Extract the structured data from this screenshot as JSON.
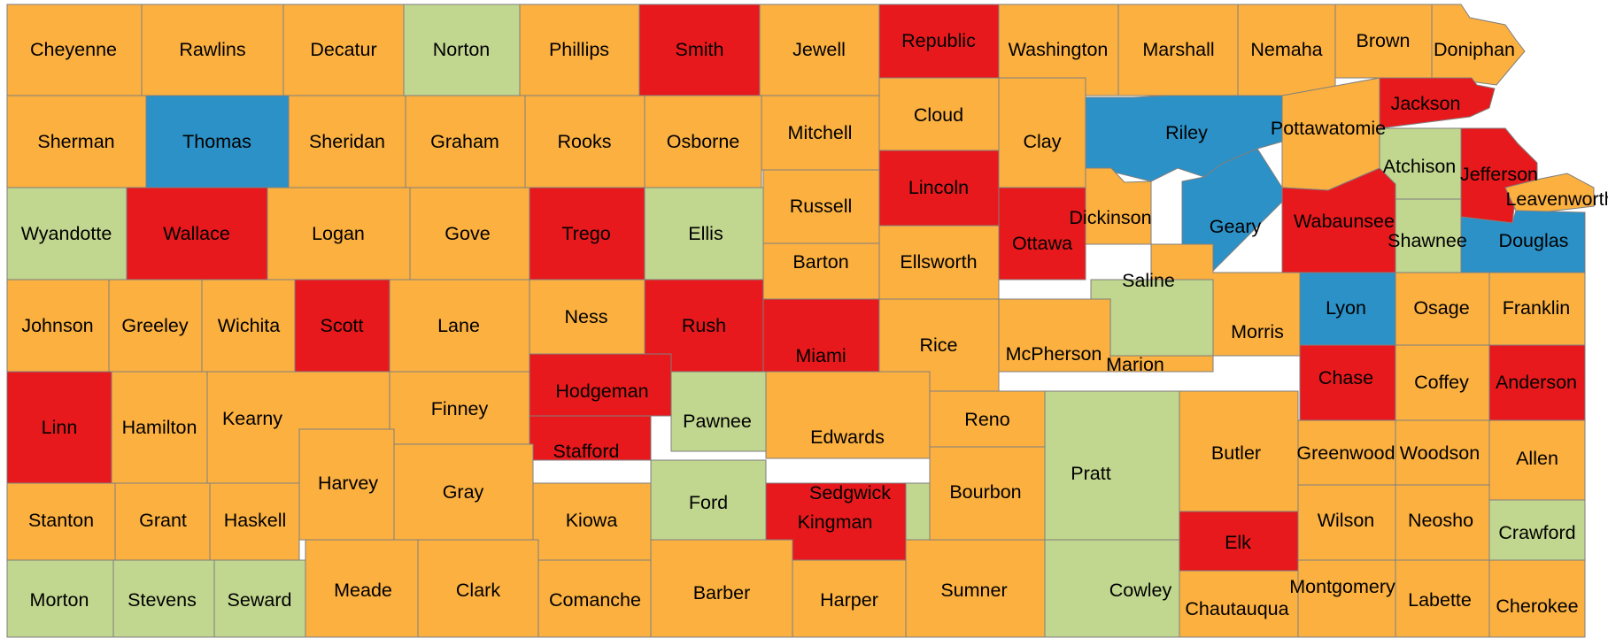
{
  "palette": {
    "orange": "#fbb040",
    "red": "#e8191c",
    "blue": "#2b91c7",
    "green": "#c1d68e"
  },
  "counties": [
    {
      "name": "Cheyenne",
      "color": "orange"
    },
    {
      "name": "Rawlins",
      "color": "orange"
    },
    {
      "name": "Decatur",
      "color": "orange"
    },
    {
      "name": "Norton",
      "color": "green"
    },
    {
      "name": "Phillips",
      "color": "orange"
    },
    {
      "name": "Smith",
      "color": "red"
    },
    {
      "name": "Jewell",
      "color": "orange"
    },
    {
      "name": "Republic",
      "color": "red"
    },
    {
      "name": "Washington",
      "color": "orange"
    },
    {
      "name": "Marshall",
      "color": "orange"
    },
    {
      "name": "Nemaha",
      "color": "orange"
    },
    {
      "name": "Brown",
      "color": "orange"
    },
    {
      "name": "Doniphan",
      "color": "orange"
    },
    {
      "name": "Sherman",
      "color": "orange"
    },
    {
      "name": "Thomas",
      "color": "blue"
    },
    {
      "name": "Sheridan",
      "color": "orange"
    },
    {
      "name": "Graham",
      "color": "orange"
    },
    {
      "name": "Rooks",
      "color": "orange"
    },
    {
      "name": "Osborne",
      "color": "orange"
    },
    {
      "name": "Mitchell",
      "color": "orange"
    },
    {
      "name": "Cloud",
      "color": "orange"
    },
    {
      "name": "Clay",
      "color": "orange"
    },
    {
      "name": "Riley",
      "color": "blue"
    },
    {
      "name": "Pottawatomie",
      "color": "orange"
    },
    {
      "name": "Jackson",
      "color": "red"
    },
    {
      "name": "Atchison",
      "color": "green"
    },
    {
      "name": "Jefferson",
      "color": "red"
    },
    {
      "name": "Leavenworth",
      "color": "orange"
    },
    {
      "name": "Wyandotte",
      "color": "green"
    },
    {
      "name": "Wallace",
      "color": "red"
    },
    {
      "name": "Logan",
      "color": "orange"
    },
    {
      "name": "Gove",
      "color": "orange"
    },
    {
      "name": "Trego",
      "color": "red"
    },
    {
      "name": "Ellis",
      "color": "green"
    },
    {
      "name": "Russell",
      "color": "orange"
    },
    {
      "name": "Lincoln",
      "color": "red"
    },
    {
      "name": "Ottawa",
      "color": "red"
    },
    {
      "name": "Dickinson",
      "color": "orange"
    },
    {
      "name": "Geary",
      "color": "blue"
    },
    {
      "name": "Wabaunsee",
      "color": "red"
    },
    {
      "name": "Shawnee",
      "color": "green"
    },
    {
      "name": "Douglas",
      "color": "blue"
    },
    {
      "name": "Johnson",
      "color": "orange"
    },
    {
      "name": "Greeley",
      "color": "orange"
    },
    {
      "name": "Wichita",
      "color": "orange"
    },
    {
      "name": "Scott",
      "color": "red"
    },
    {
      "name": "Lane",
      "color": "orange"
    },
    {
      "name": "Ness",
      "color": "orange"
    },
    {
      "name": "Rush",
      "color": "red"
    },
    {
      "name": "Barton",
      "color": "orange"
    },
    {
      "name": "Ellsworth",
      "color": "orange"
    },
    {
      "name": "Saline",
      "color": "green"
    },
    {
      "name": "Morris",
      "color": "orange"
    },
    {
      "name": "Lyon",
      "color": "blue"
    },
    {
      "name": "Osage",
      "color": "orange"
    },
    {
      "name": "Franklin",
      "color": "orange"
    },
    {
      "name": "Miami",
      "color": "red"
    },
    {
      "name": "Rice",
      "color": "orange"
    },
    {
      "name": "McPherson",
      "color": "orange"
    },
    {
      "name": "Marion",
      "color": "orange"
    },
    {
      "name": "Chase",
      "color": "red"
    },
    {
      "name": "Coffey",
      "color": "orange"
    },
    {
      "name": "Anderson",
      "color": "red"
    },
    {
      "name": "Linn",
      "color": "red"
    },
    {
      "name": "Hamilton",
      "color": "orange"
    },
    {
      "name": "Kearny",
      "color": "orange"
    },
    {
      "name": "Finney",
      "color": "orange"
    },
    {
      "name": "Hodgeman",
      "color": "red"
    },
    {
      "name": "Pawnee",
      "color": "green"
    },
    {
      "name": "Stafford",
      "color": "red"
    },
    {
      "name": "Edwards",
      "color": "orange"
    },
    {
      "name": "Reno",
      "color": "orange"
    },
    {
      "name": "Harvey",
      "color": "orange"
    },
    {
      "name": "Gray",
      "color": "orange"
    },
    {
      "name": "Ford",
      "color": "green"
    },
    {
      "name": "Pratt",
      "color": "green"
    },
    {
      "name": "Butler",
      "color": "orange"
    },
    {
      "name": "Greenwood",
      "color": "orange"
    },
    {
      "name": "Woodson",
      "color": "orange"
    },
    {
      "name": "Allen",
      "color": "orange"
    },
    {
      "name": "Bourbon",
      "color": "orange"
    },
    {
      "name": "Sedgwick",
      "color": "green"
    },
    {
      "name": "Stanton",
      "color": "orange"
    },
    {
      "name": "Grant",
      "color": "orange"
    },
    {
      "name": "Haskell",
      "color": "orange"
    },
    {
      "name": "Kiowa",
      "color": "orange"
    },
    {
      "name": "Kingman",
      "color": "red"
    },
    {
      "name": "Elk",
      "color": "red"
    },
    {
      "name": "Wilson",
      "color": "orange"
    },
    {
      "name": "Neosho",
      "color": "orange"
    },
    {
      "name": "Crawford",
      "color": "green"
    },
    {
      "name": "Morton",
      "color": "green"
    },
    {
      "name": "Stevens",
      "color": "green"
    },
    {
      "name": "Seward",
      "color": "green"
    },
    {
      "name": "Meade",
      "color": "orange"
    },
    {
      "name": "Clark",
      "color": "orange"
    },
    {
      "name": "Comanche",
      "color": "orange"
    },
    {
      "name": "Barber",
      "color": "orange"
    },
    {
      "name": "Harper",
      "color": "orange"
    },
    {
      "name": "Sumner",
      "color": "orange"
    },
    {
      "name": "Cowley",
      "color": "green"
    },
    {
      "name": "Chautauqua",
      "color": "orange"
    },
    {
      "name": "Montgomery",
      "color": "orange"
    },
    {
      "name": "Labette",
      "color": "orange"
    },
    {
      "name": "Cherokee",
      "color": "orange"
    }
  ]
}
